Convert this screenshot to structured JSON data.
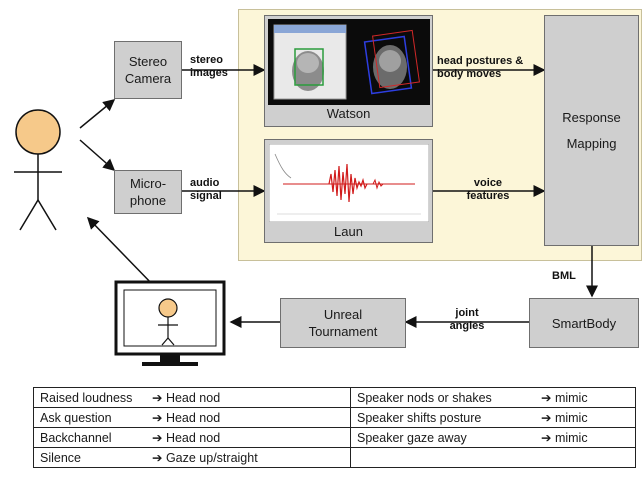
{
  "nodes": {
    "stereo_camera": "Stereo Camera",
    "microphone": "Micro-phone",
    "watson": "Watson",
    "laun": "Laun",
    "response_mapping": "Response Mapping",
    "smartbody": "SmartBody",
    "unreal_tournament": "Unreal Tournament"
  },
  "edge_labels": {
    "stereo_images": "stereo images",
    "audio_signal": "audio signal",
    "head_postures": "head postures & body moves",
    "voice_features": "voice features",
    "bml": "BML",
    "joint_angles": "joint angles"
  },
  "rules_table": [
    {
      "left_cond": "Raised loudness",
      "left_act": "Head nod",
      "right_cond": "Speaker nods or shakes",
      "right_act": "mimic"
    },
    {
      "left_cond": "Ask question",
      "left_act": "Head nod",
      "right_cond": "Speaker shifts posture",
      "right_act": "mimic"
    },
    {
      "left_cond": "Backchannel",
      "left_act": "Head nod",
      "right_cond": "Speaker gaze away",
      "right_act": "mimic"
    },
    {
      "left_cond": "Silence",
      "left_act": "Gaze up/straight",
      "right_cond": "",
      "right_act": ""
    }
  ],
  "colors": {
    "panel_bg": "#fcf6d8",
    "box_fill": "#cfcfcf",
    "figure_fill": "#f6c98a",
    "waveform": "#d11b1b"
  }
}
